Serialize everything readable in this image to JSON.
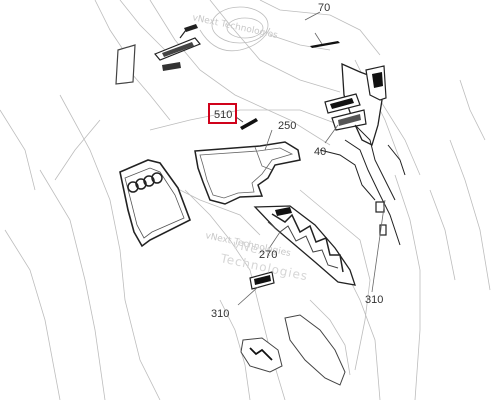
{
  "callouts": {
    "c70": "70",
    "c510": "510",
    "c250": "250",
    "c40": "40",
    "c270": "270",
    "c310_right": "310",
    "c310_left": "310"
  },
  "watermark": {
    "small_top": "vNext Technologies",
    "small_mid": "vNext Technologies",
    "big_brand": "vNext",
    "big_sub": "Technologies"
  },
  "highlight": {
    "target": "510",
    "color": "#d0021b"
  },
  "colors": {
    "line": "#b8b8b8",
    "part": "#222222",
    "text": "#333333"
  }
}
